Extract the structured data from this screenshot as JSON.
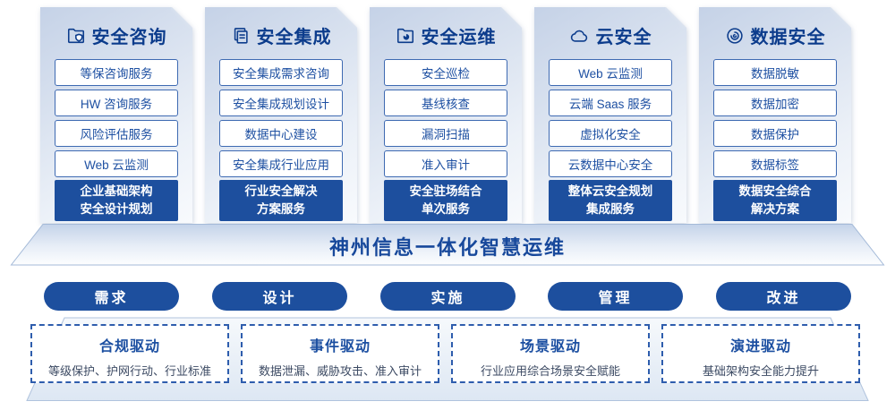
{
  "banner": {
    "title": "神州信息一体化智慧运维"
  },
  "colors": {
    "primary_fill": "#1d4f9e",
    "header_text": "#0c3c8c",
    "item_text": "#1e50a2",
    "item_border": "#3e6ab2",
    "banner_text": "#17489b",
    "driver_border": "#2e5dad",
    "driver_desc_text": "#3c4a63"
  },
  "columns": [
    {
      "icon": "folder-shield-icon",
      "title": "安全咨询",
      "items": [
        "等保咨询服务",
        "HW 咨询服务",
        "风险评估服务",
        "Web 云监测"
      ],
      "footer": "企业基础架构\n安全设计规划"
    },
    {
      "icon": "documents-icon",
      "title": "安全集成",
      "items": [
        "安全集成需求咨询",
        "安全集成规划设计",
        "数据中心建设",
        "安全集成行业应用"
      ],
      "footer": "行业安全解决\n方案服务"
    },
    {
      "icon": "folder-clock-icon",
      "title": "安全运维",
      "items": [
        "安全巡检",
        "基线核查",
        "漏洞扫描",
        "准入审计"
      ],
      "footer": "安全驻场结合\n单次服务"
    },
    {
      "icon": "cloud-icon",
      "title": "云安全",
      "items": [
        "Web 云监测",
        "云端 Saas 服务",
        "虚拟化安全",
        "云数据中心安全"
      ],
      "footer": "整体云安全规划\n集成服务"
    },
    {
      "icon": "fingerprint-icon",
      "title": "数据安全",
      "items": [
        "数据脱敏",
        "数据加密",
        "数据保护",
        "数据标签"
      ],
      "footer": "数据安全综合\n解决方案"
    }
  ],
  "process_pills": [
    "需求",
    "设计",
    "实施",
    "管理",
    "改进"
  ],
  "drivers": [
    {
      "title": "合规驱动",
      "desc": "等级保护、护网行动、行业标准"
    },
    {
      "title": "事件驱动",
      "desc": "数据泄漏、威胁攻击、准入审计"
    },
    {
      "title": "场景驱动",
      "desc": "行业应用综合场景安全赋能"
    },
    {
      "title": "演进驱动",
      "desc": "基础架构安全能力提升"
    }
  ]
}
